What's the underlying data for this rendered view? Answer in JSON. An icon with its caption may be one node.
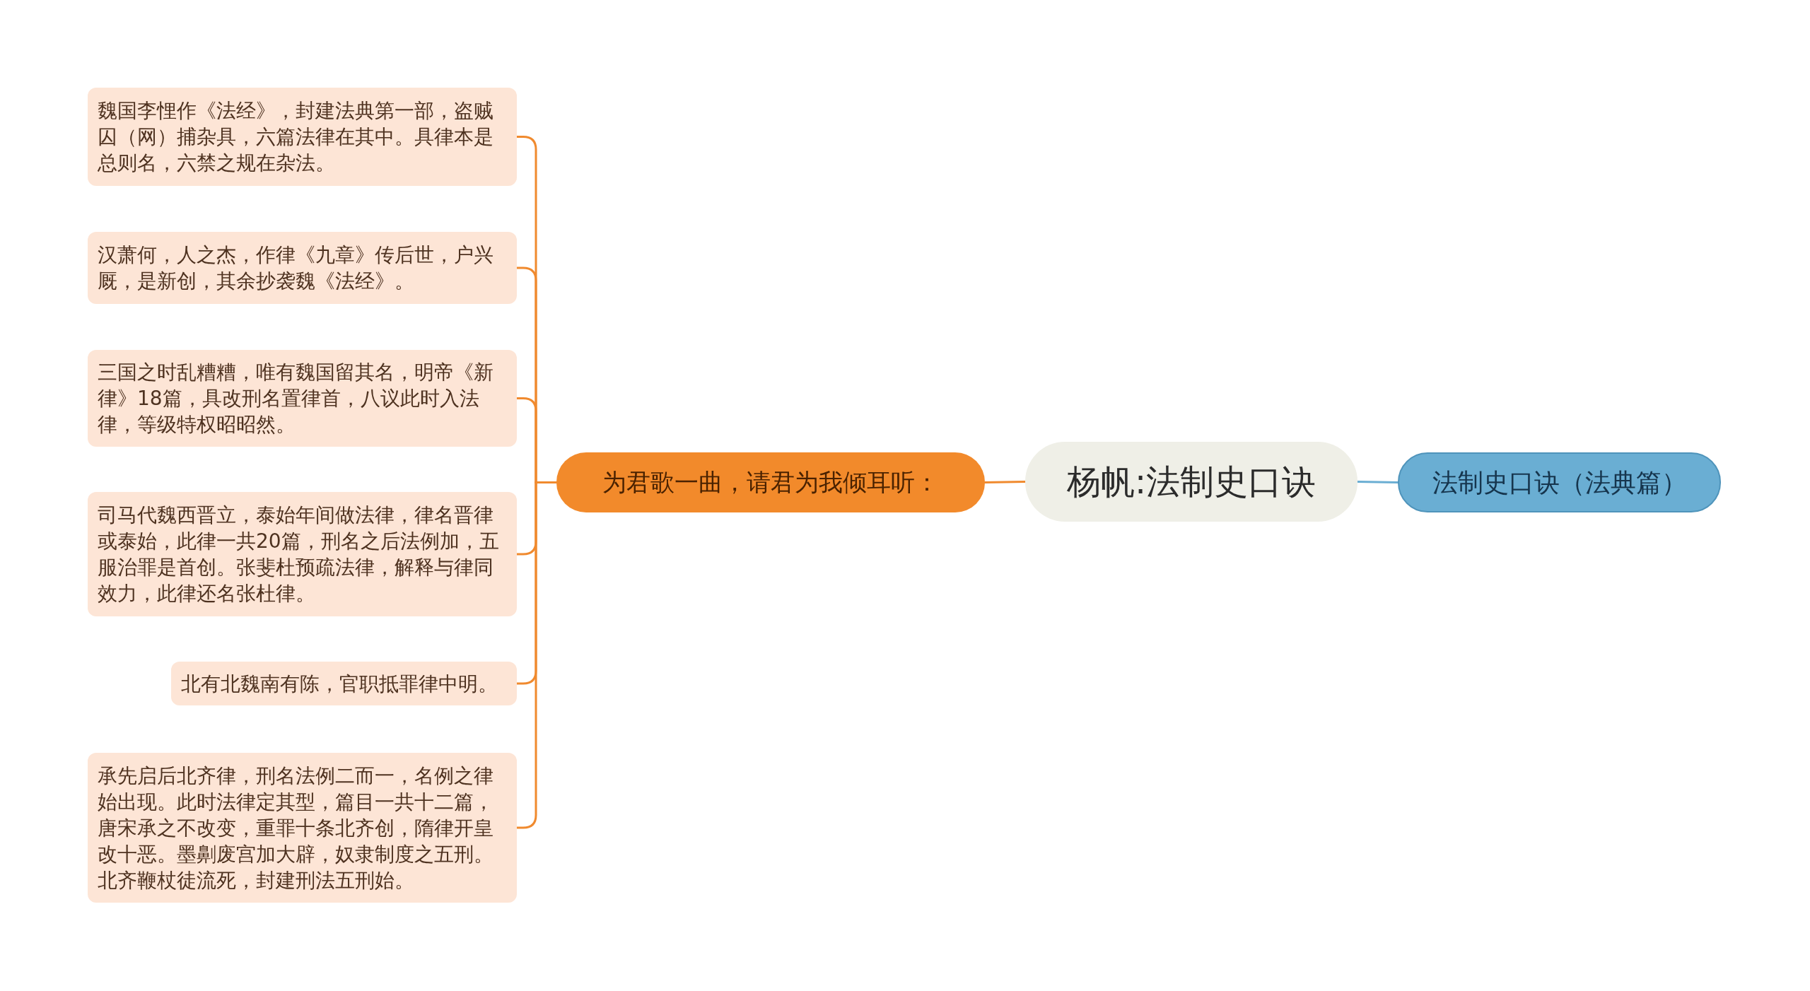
{
  "diagram": {
    "nodes": [
      {
        "text": [
          "杨帆:法制史口诀"
        ]
      },
      {
        "text": [
          "为君歌一曲，请君为我倾耳听："
        ]
      },
      {
        "text": [
          "魏国李悝作《法经》，封建法典第一部，盗贼囚（网）捕杂具，六篇法律在其中。具律本是总则名，六禁之规在杂法。"
        ]
      },
      {
        "text": [
          "汉萧何，人之杰，作律《九章》传后世，户兴厩，是新创，其余抄袭魏《法经》。"
        ]
      },
      {
        "text": [
          "三国之时乱糟糟，唯有魏国留其名，明帝《新律》18篇，具改刑名置律首，八议此时入法律，等级特权昭昭然。"
        ]
      },
      {
        "text": [
          "司马代魏西晋立，泰始年间做法律，律名晋律或泰始，此律一共20篇，刑名之后法例加，五服治罪是首创。张斐杜预疏法律，解释与律同效力，此律还名张杜律。"
        ]
      },
      {
        "text": [
          "北有北魏南有陈，官职抵罪律中明。"
        ]
      },
      {
        "text": [
          "承先启后北齐律，刑名法例二而一，名例之律始出现。此时法律定其型，篇目一共十二篇，唐宋承之不改变，重罪十条北齐创，隋律开皇改十恶。墨劓废宫加大辟，奴隶制度之五刑。北齐鞭杖徒流死，封建刑法五刑始。"
        ]
      },
      {
        "text": [
          "法制史口诀（法典篇）"
        ]
      }
    ],
    "edges": [
      {
        "from": 0,
        "to": 1,
        "arrow": "none"
      },
      {
        "from": 0,
        "to": 8,
        "arrow": "none",
        "color": "#6aaed3"
      },
      {
        "from": 1,
        "to": 2,
        "arrow": "none"
      },
      {
        "from": 1,
        "to": 3,
        "arrow": "none"
      },
      {
        "from": 1,
        "to": 4,
        "arrow": "none"
      },
      {
        "from": 1,
        "to": 5,
        "arrow": "none"
      },
      {
        "from": 1,
        "to": 6,
        "arrow": "none"
      },
      {
        "from": 1,
        "to": 7,
        "arrow": "none"
      }
    ]
  }
}
